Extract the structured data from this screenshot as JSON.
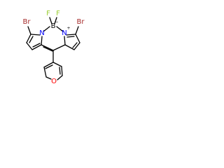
{
  "molecule": {
    "atoms": {
      "br_left": "Br",
      "br_right": "Br",
      "n_left": "N",
      "n_right": "N",
      "boron": "B",
      "f_left": "F",
      "f_right": "F",
      "oxygen": "O"
    },
    "charges": {
      "boron": "−",
      "n_right": "+"
    },
    "colors": {
      "bromine": "#a52a2a",
      "nitrogen": "#0000ff",
      "fluorine": "#9acd32",
      "oxygen": "#ff0000",
      "boron": "#000000",
      "bond": "#000000"
    }
  }
}
